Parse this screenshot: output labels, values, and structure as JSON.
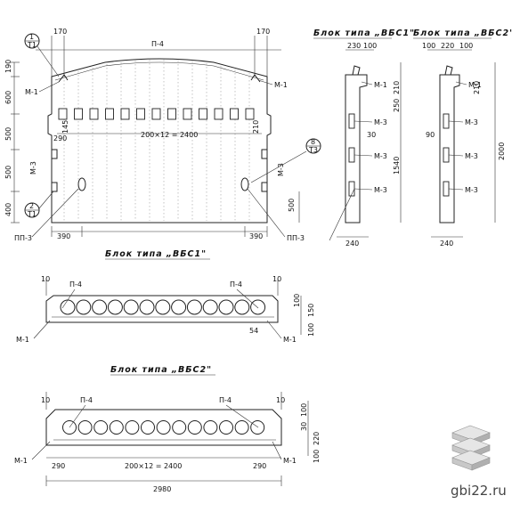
{
  "elevation": {
    "title": "Блок типа „ВБС1\"",
    "top_callout": "П-4",
    "callout_1": {
      "num": "1",
      "sheet": "Т1"
    },
    "callout_2": {
      "num": "2",
      "sheet": "Т1"
    },
    "callout_8": {
      "num": "8",
      "sheet": "Т3"
    },
    "left_labels": [
      "М-1",
      "М-3",
      "ПП-3"
    ],
    "right_labels": [
      "М-1",
      "М-3",
      "ПП-3"
    ],
    "dims_left": [
      "190",
      "600",
      "500",
      "500",
      "400"
    ],
    "dim_top_left": "170",
    "dim_top_right": "170",
    "dim_center": "200×12 = 2400",
    "dim_290": "290",
    "dim_bottom_left": "390",
    "dim_bottom_right": "390",
    "dim_right_500": "500",
    "dim_small": [
      "145",
      "210"
    ]
  },
  "section1": {
    "title": "Блок  типа  „ВБС1\"",
    "labels": [
      "М-1",
      "М-3",
      "М-3",
      "М-3"
    ],
    "dims_top": [
      "230",
      "100"
    ],
    "dims_right": [
      "210",
      "250",
      "30",
      "1540"
    ],
    "dim_bottom": "240"
  },
  "section2": {
    "title": "Блок  типа  „ВБС2\"",
    "labels": [
      "М-1",
      "М-3",
      "М-3",
      "М-3"
    ],
    "dims_top": [
      "100",
      "220",
      "100"
    ],
    "dims_right": [
      "210",
      "2000"
    ],
    "dim_left": "90",
    "dim_bottom": "240"
  },
  "plan1": {
    "title": "Блок  типа  „ВБС1\"",
    "callouts": [
      "П-4",
      "П-4"
    ],
    "labels": [
      "М-1",
      "М-1"
    ],
    "dims": [
      "10",
      "10",
      "100",
      "150",
      "100",
      "54"
    ]
  },
  "plan2": {
    "title": "Блок  типа  „ВБС2\"",
    "callouts": [
      "П-4",
      "П-4"
    ],
    "labels": [
      "М-1",
      "М-1"
    ],
    "dims": [
      "10",
      "10",
      "100",
      "30",
      "220",
      "100"
    ],
    "dim_left": "290",
    "dim_right": "290",
    "dim_center": "200×12 = 2400",
    "dim_total": "2980"
  },
  "watermark": "gbi22.ru",
  "logo": "stacked-blocks-logo"
}
